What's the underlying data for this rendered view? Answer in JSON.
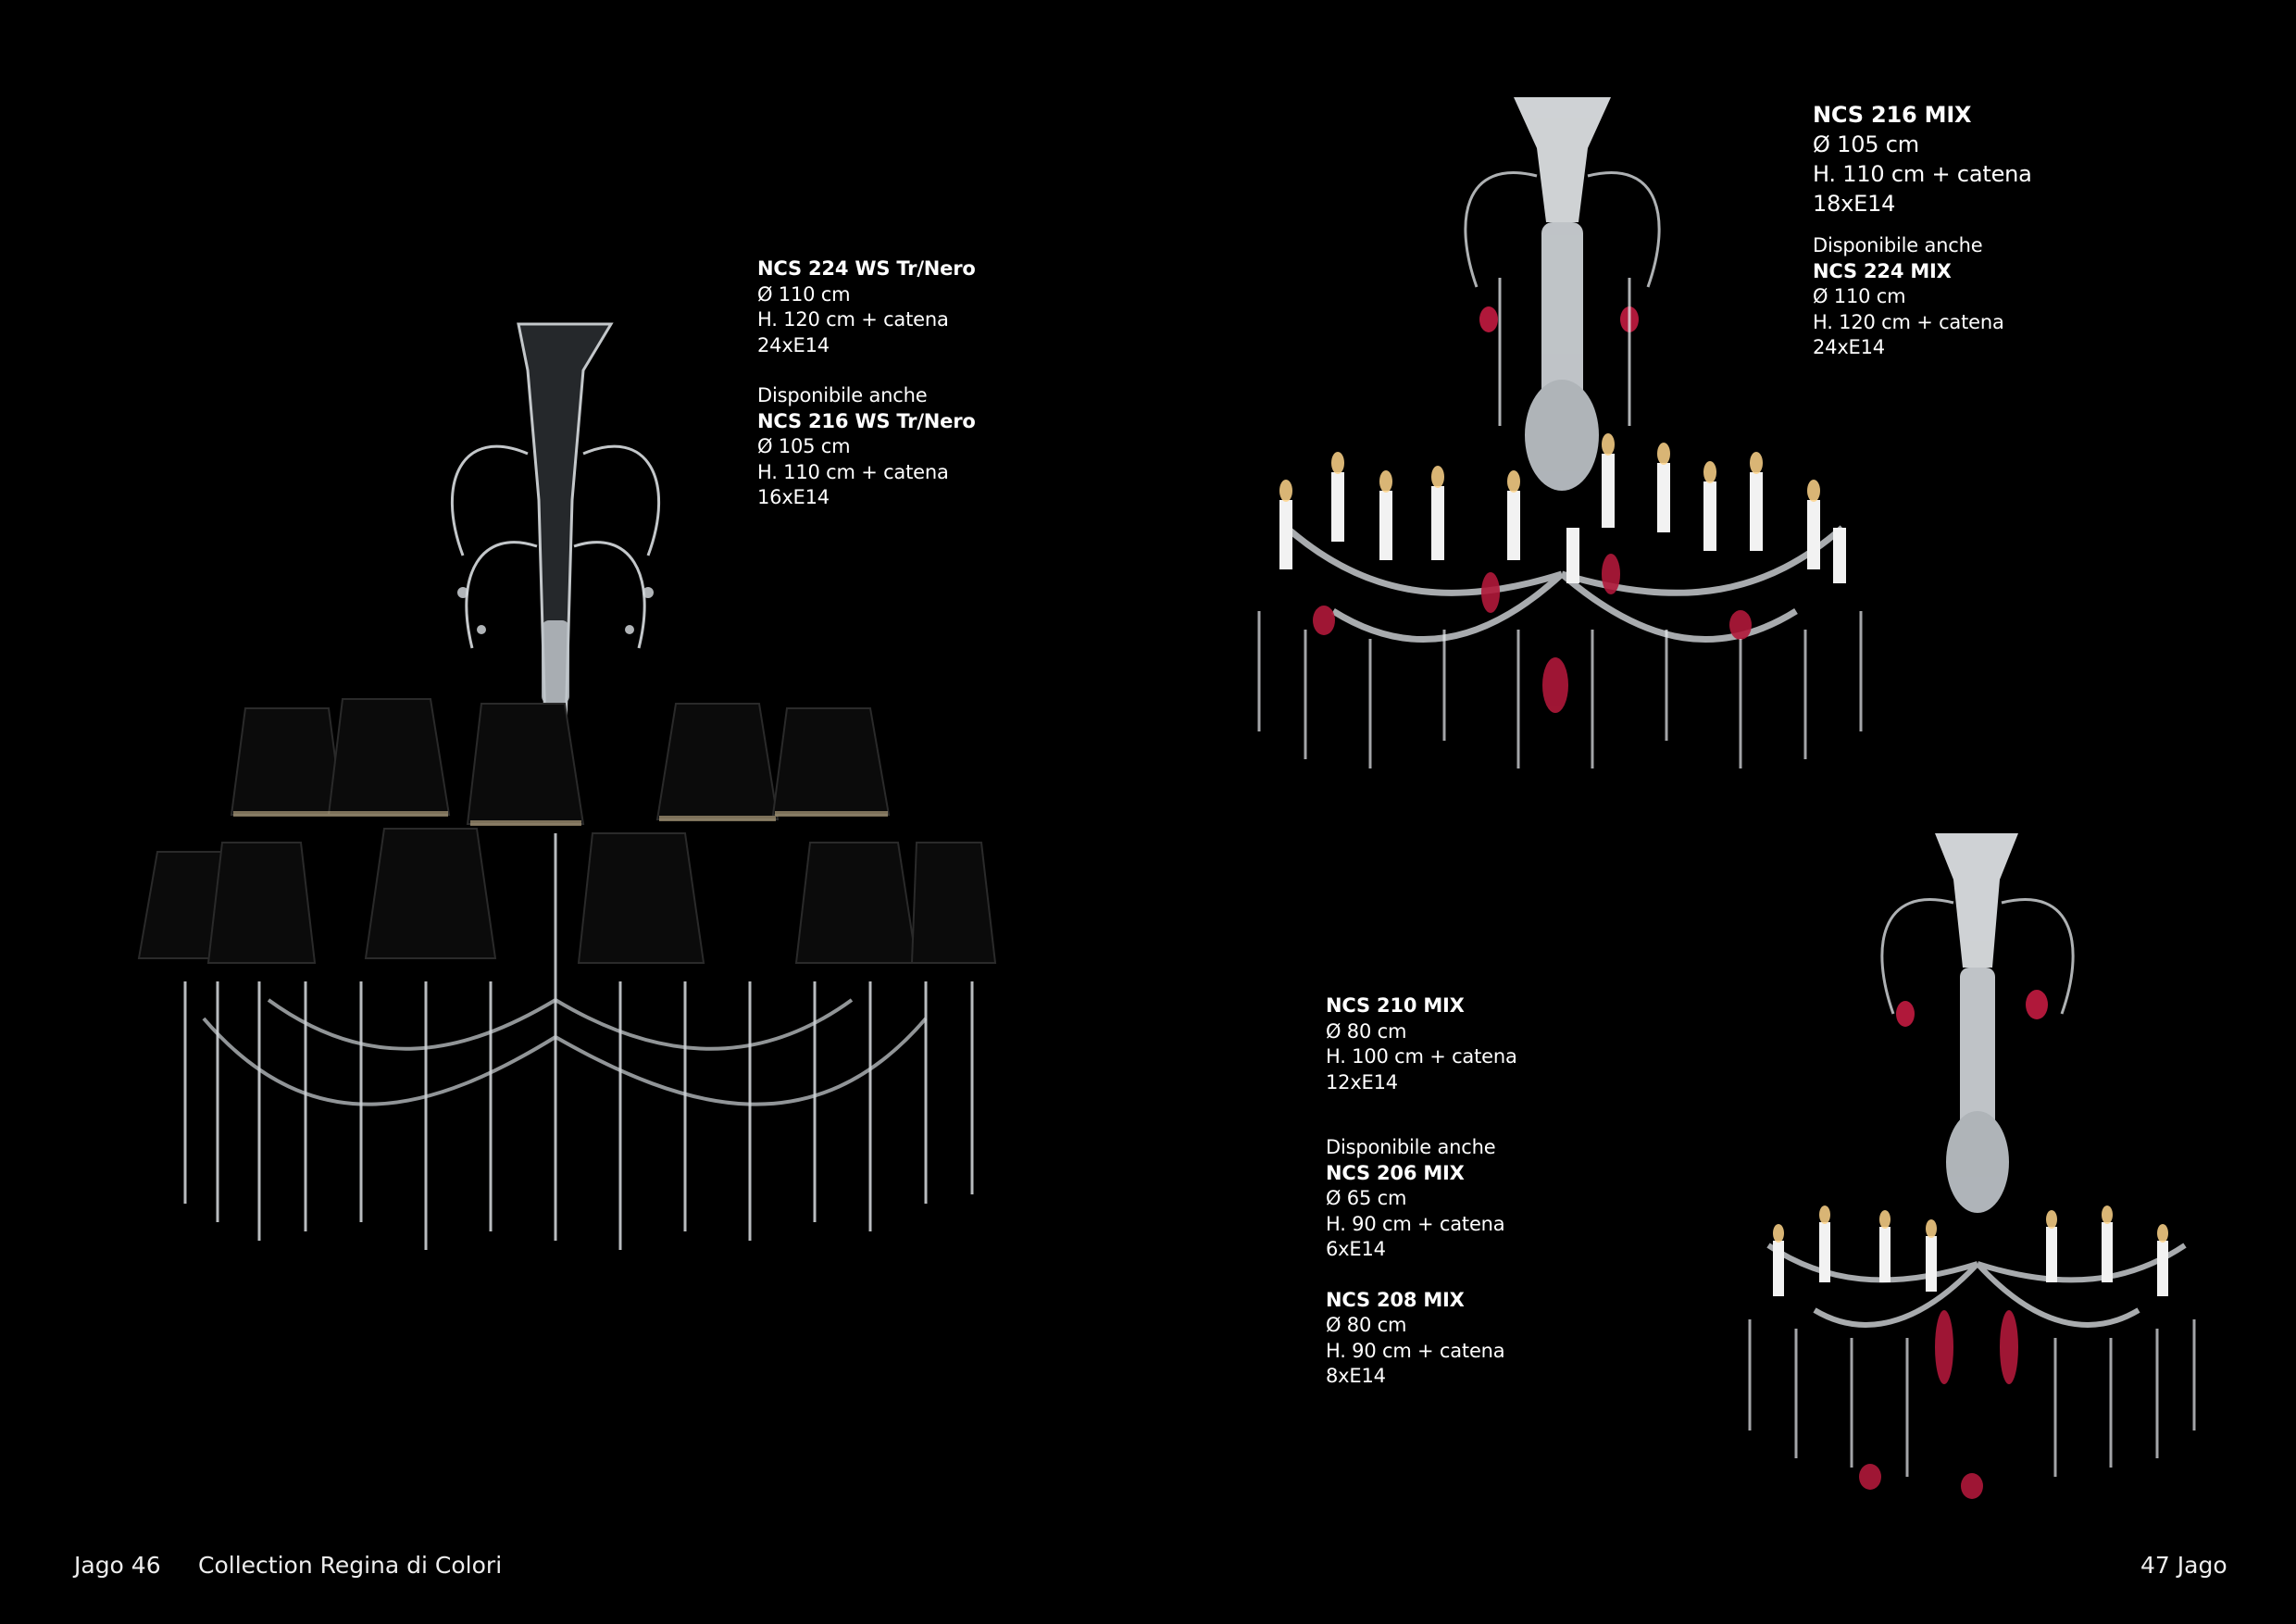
{
  "left_page": {
    "product_1": {
      "model": "NCS 224 WS Tr/Nero",
      "diameter": "Ø 110 cm",
      "height": "H. 120 cm + catena",
      "bulbs": "24xE14",
      "also_available_label": "Disponibile anche",
      "variant": {
        "model": "NCS 216 WS Tr/Nero",
        "diameter": "Ø 105 cm",
        "height": "H. 110 cm + catena",
        "bulbs": "16xE14"
      }
    },
    "footer": {
      "page_label": "Jago 46",
      "collection": "Collection Regina di Colori"
    }
  },
  "right_page": {
    "product_2": {
      "model": "NCS 216 MIX",
      "diameter": "Ø 105 cm",
      "height": "H. 110 cm + catena",
      "bulbs": "18xE14",
      "also_available_label": "Disponibile anche",
      "variant": {
        "model": "NCS 224 MIX",
        "diameter": "Ø 110 cm",
        "height": "H. 120 cm + catena",
        "bulbs": "24xE14"
      }
    },
    "product_3": {
      "model": "NCS 210 MIX",
      "diameter": "Ø 80 cm",
      "height": "H. 100 cm + catena",
      "bulbs": "12xE14",
      "also_available_label": "Disponibile anche",
      "variant_a": {
        "model": "NCS 206 MIX",
        "diameter": "Ø 65 cm",
        "height": "H. 90 cm + catena",
        "bulbs": "6xE14"
      },
      "variant_b": {
        "model": "NCS 208 MIX",
        "diameter": "Ø 80 cm",
        "height": "H. 90 cm + catena",
        "bulbs": "8xE14"
      }
    },
    "footer": {
      "page_label": "47 Jago"
    }
  },
  "colors": {
    "background": "#000000",
    "text": "#ffffff",
    "crystal": "#e8ecef",
    "shade": "#0b0b0b",
    "ruby": "#b0183a"
  }
}
